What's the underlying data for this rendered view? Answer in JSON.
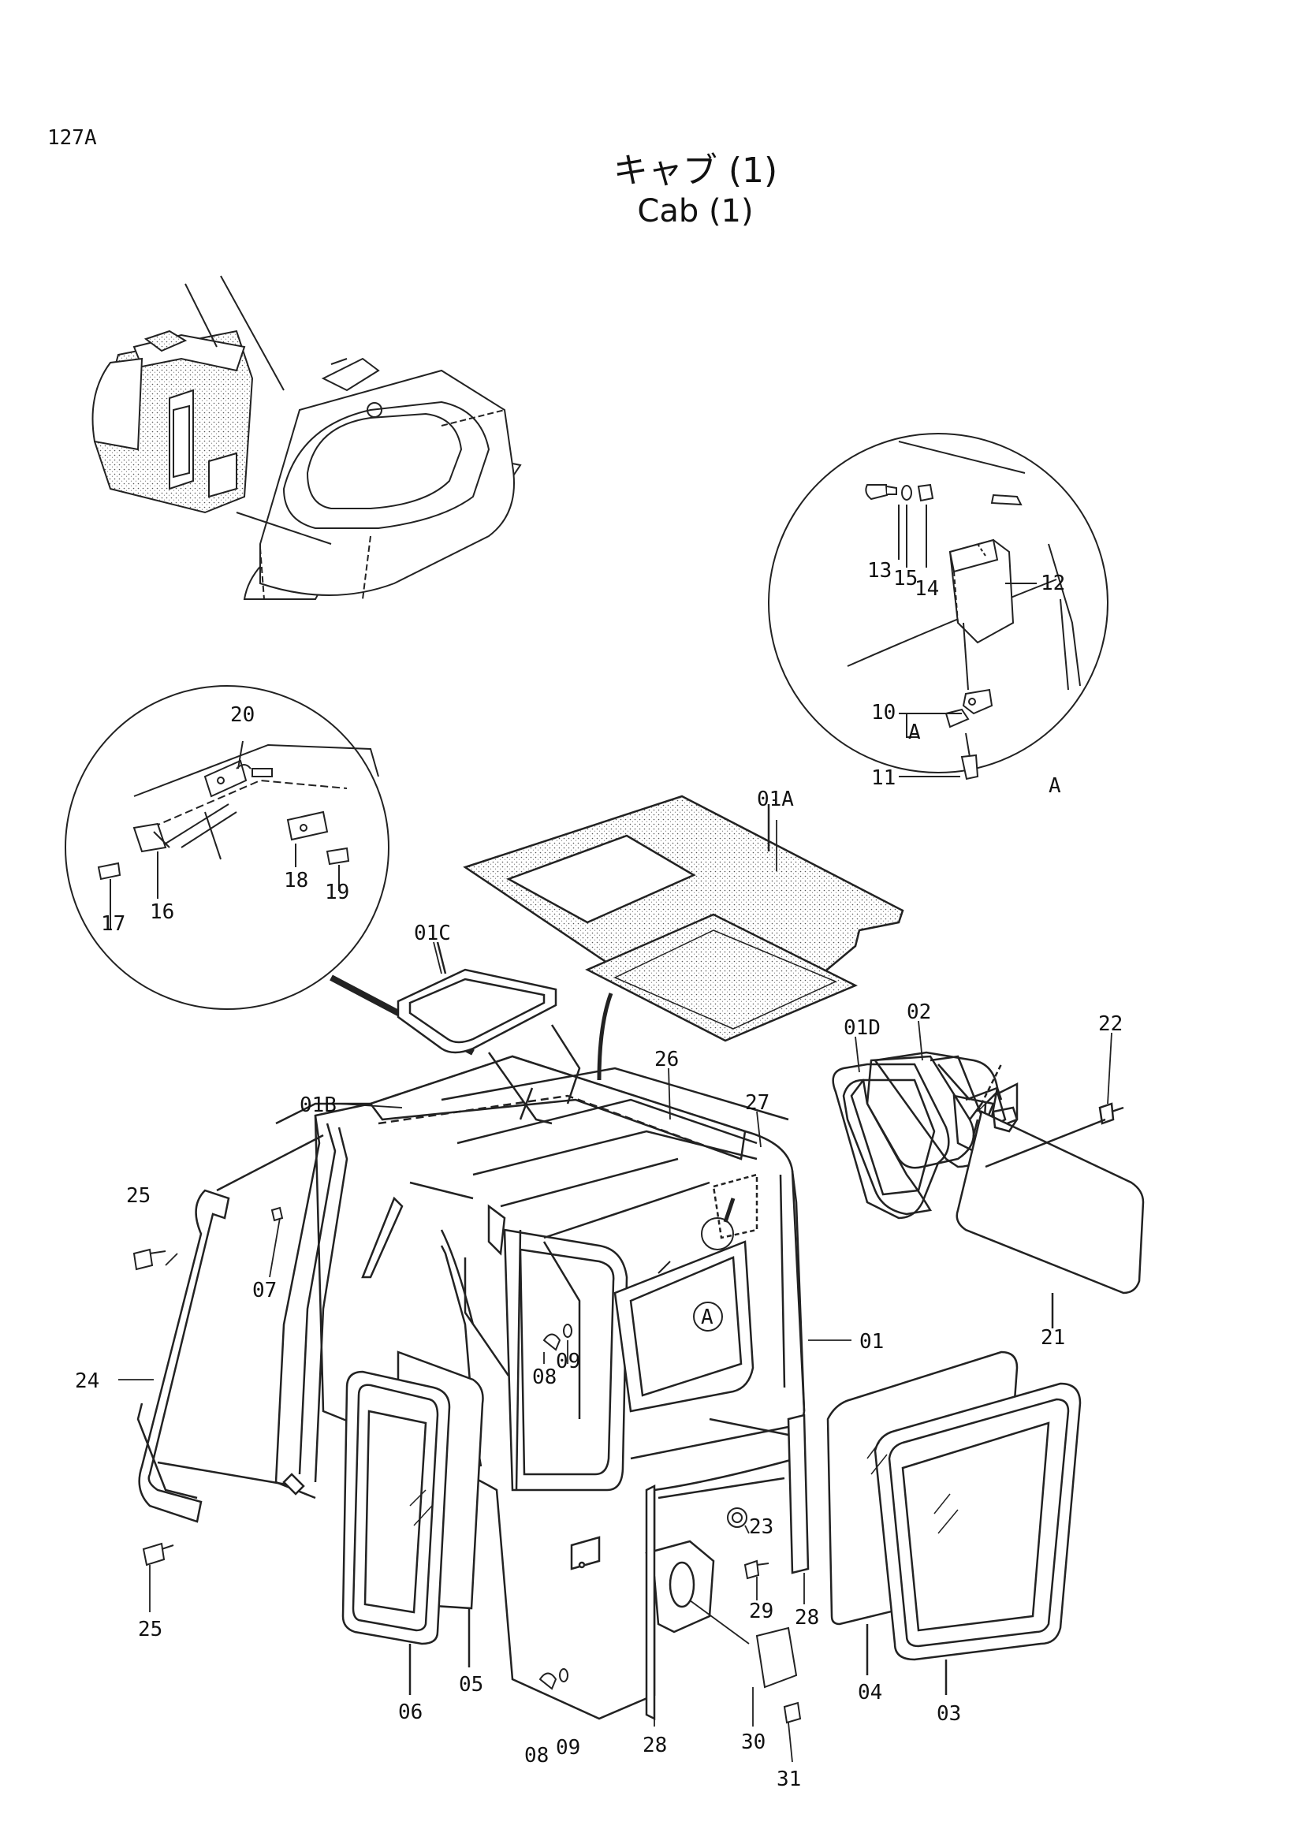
{
  "page": {
    "code": "127A"
  },
  "title": {
    "ja": "キャブ (1)",
    "en": "Cab (1)"
  },
  "callouts": {
    "c13": "13",
    "c15": "15",
    "c14": "14",
    "c12": "12",
    "c10": "10",
    "cA1": "A",
    "c11": "11",
    "cA2": "A",
    "c20": "20",
    "c16": "16",
    "c17": "17",
    "c18": "18",
    "c19": "19",
    "c01A": "01A",
    "c01C": "01C",
    "c01D": "01D",
    "c02": "02",
    "c22": "22",
    "c26": "26",
    "c27": "27",
    "c01B": "01B",
    "c25a": "25",
    "c07": "07",
    "c01": "01",
    "c21": "21",
    "c24": "24",
    "c08a": "08",
    "c09a": "09",
    "cAcircle": "A",
    "c23": "23",
    "c29": "29",
    "c28a": "28",
    "c25b": "25",
    "c06": "06",
    "c05": "05",
    "c08b": "08",
    "c09b": "09",
    "c28b": "28",
    "c30": "30",
    "c31": "31",
    "c04": "04",
    "c03": "03"
  }
}
